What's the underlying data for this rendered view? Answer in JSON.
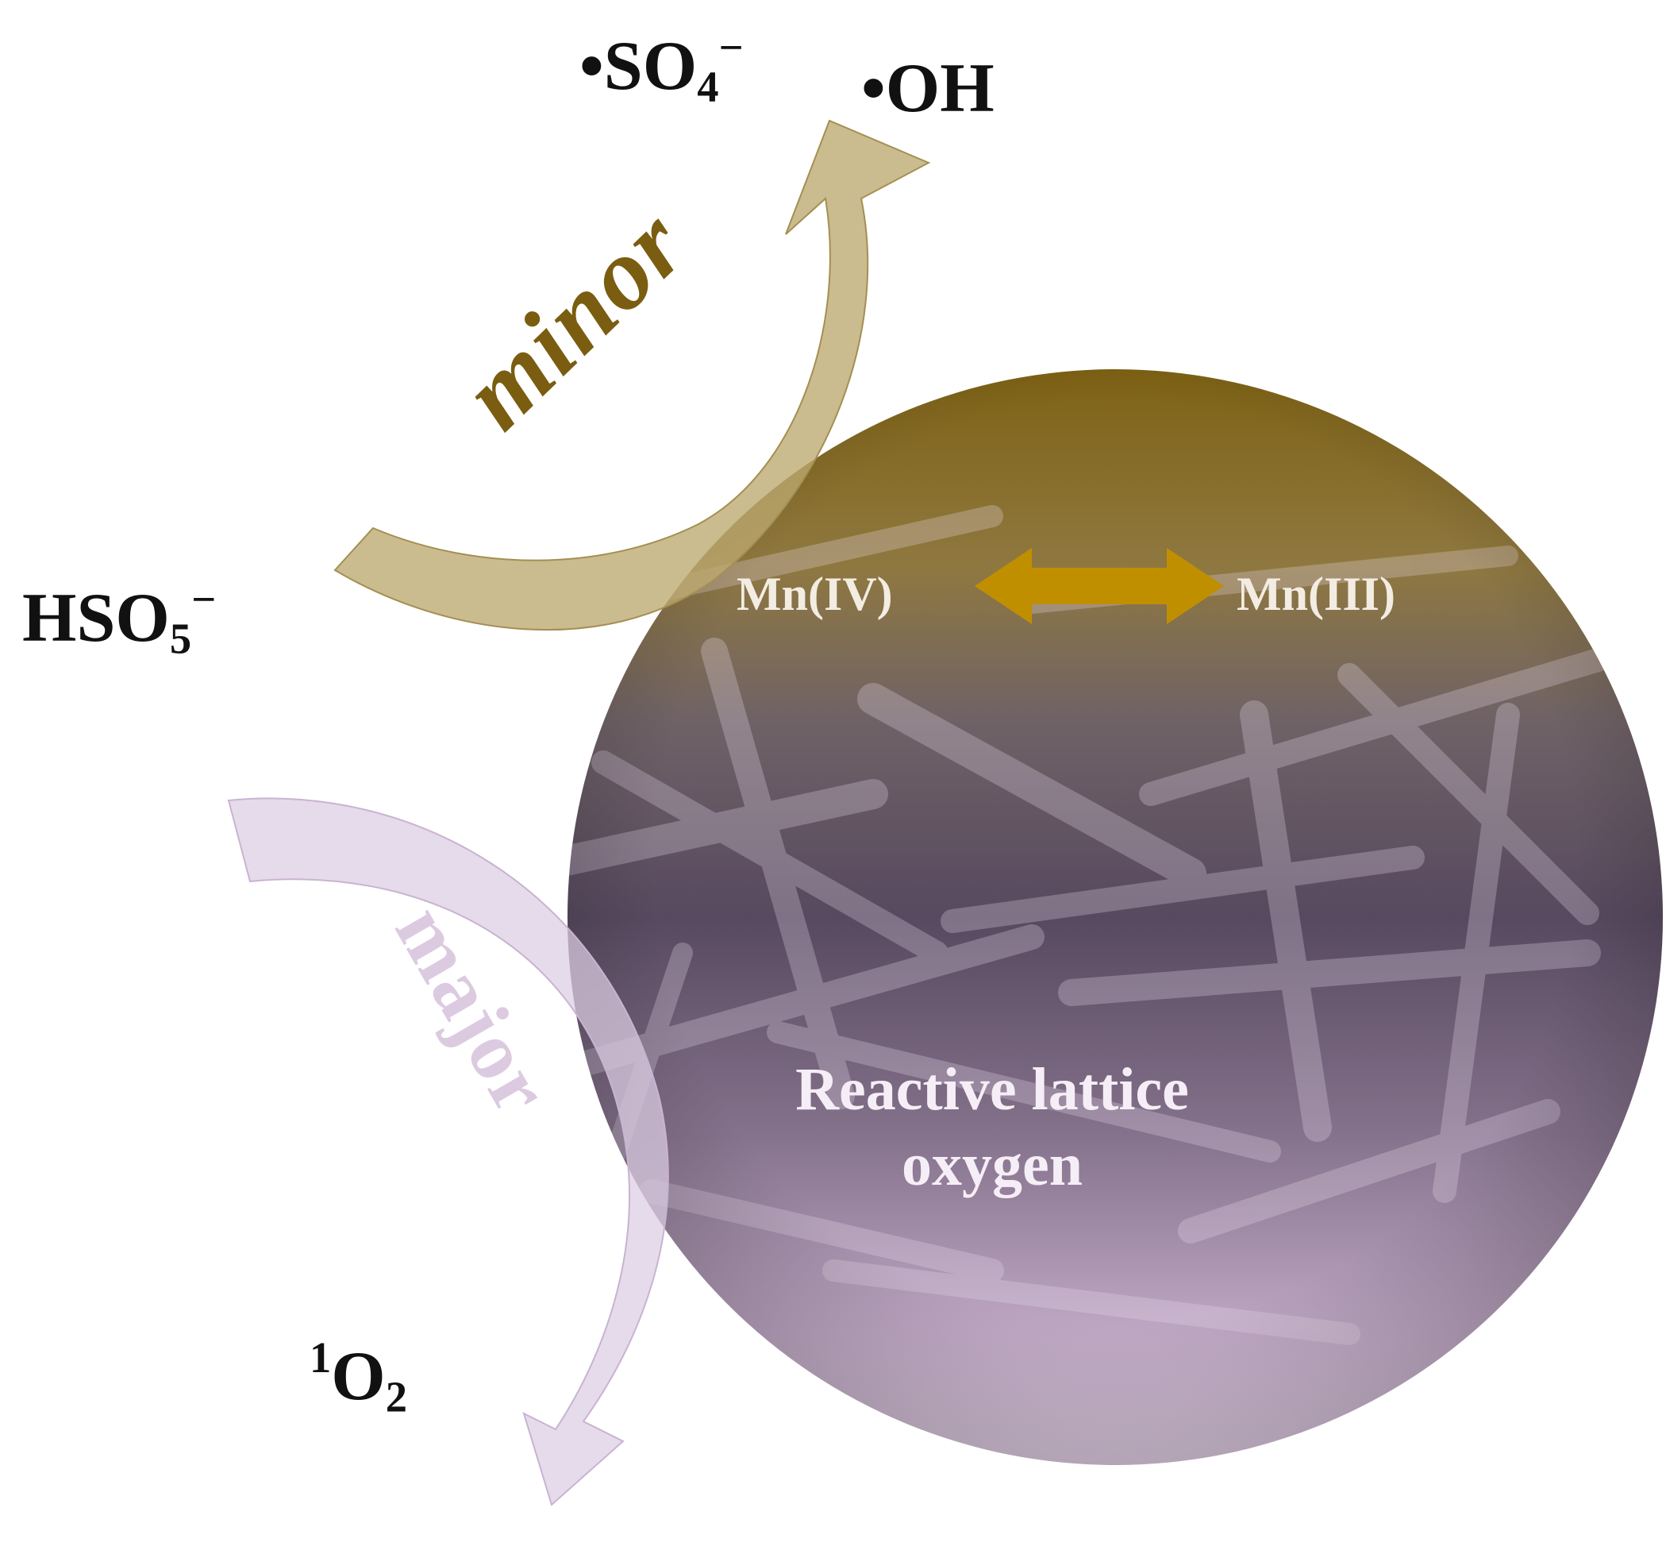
{
  "species": {
    "sulfate_radical": {
      "prefix": "•SO",
      "sub": "4",
      "sup": "−"
    },
    "hydroxyl_radical": "•OH",
    "peroxymonosulfate": {
      "prefix": "HSO",
      "sub": "5",
      "sup": "−"
    },
    "singlet_oxygen": {
      "sup": "1",
      "prefix": "O",
      "sub": "2"
    }
  },
  "pathways": {
    "minor_label": "minor",
    "major_label": "major"
  },
  "catalyst": {
    "redox_left": "Mn(IV)",
    "redox_right": "Mn(III)",
    "surface_text": "Reactive lattice oxygen"
  },
  "colors": {
    "minor_arrow": "#bca970",
    "minor_text": "#7a5d10",
    "major_arrow": "#ddcde3",
    "major_text": "#dccbe0",
    "redox_arrow": "#c08f00",
    "sphere_top": "#826415",
    "sphere_mid": "#5e5268",
    "sphere_bottom": "#d8c5db"
  }
}
